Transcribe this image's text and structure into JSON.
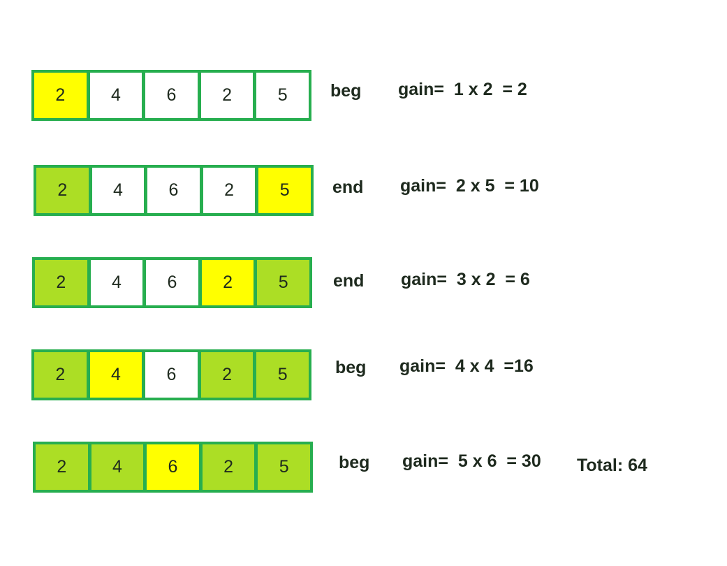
{
  "colors": {
    "border": "#27ae4f",
    "taken": "#acde25",
    "current": "#ffff00",
    "untaken": "#ffffff"
  },
  "steps": [
    {
      "cells": [
        2,
        4,
        6,
        2,
        5
      ],
      "state": [
        "current",
        "untaken",
        "untaken",
        "untaken",
        "untaken"
      ],
      "side": "beg",
      "gain": "gain=  1 x 2  = 2"
    },
    {
      "cells": [
        2,
        4,
        6,
        2,
        5
      ],
      "state": [
        "taken",
        "untaken",
        "untaken",
        "untaken",
        "current"
      ],
      "side": "end",
      "gain": "gain=  2 x 5  = 10"
    },
    {
      "cells": [
        2,
        4,
        6,
        2,
        5
      ],
      "state": [
        "taken",
        "untaken",
        "untaken",
        "current",
        "taken"
      ],
      "side": "end",
      "gain": "gain=  3 x 2  = 6"
    },
    {
      "cells": [
        2,
        4,
        6,
        2,
        5
      ],
      "state": [
        "taken",
        "current",
        "untaken",
        "taken",
        "taken"
      ],
      "side": "beg",
      "gain": "gain=  4 x 4  =16"
    },
    {
      "cells": [
        2,
        4,
        6,
        2,
        5
      ],
      "state": [
        "taken",
        "taken",
        "current",
        "taken",
        "taken"
      ],
      "side": "beg",
      "gain": "gain=  5 x 6  = 30"
    }
  ],
  "total": "Total: 64"
}
